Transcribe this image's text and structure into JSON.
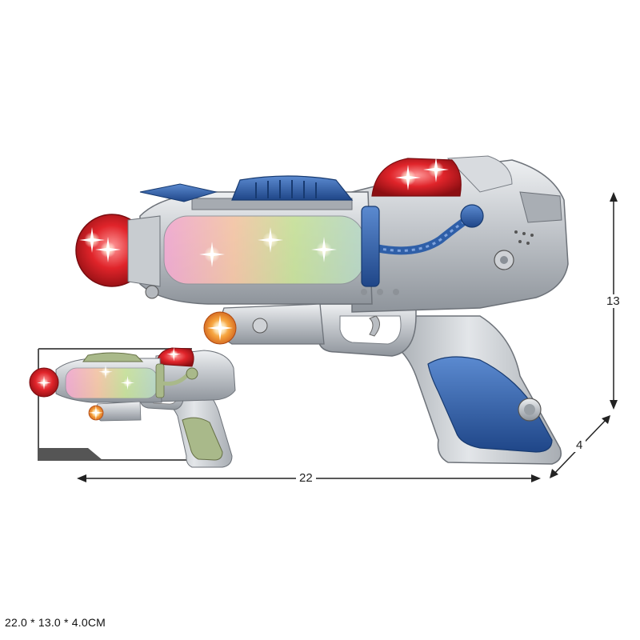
{
  "dimensions": {
    "length": "22",
    "height": "13",
    "depth": "4"
  },
  "caption": "22.0 * 13.0 * 4.0CM",
  "colors": {
    "body_silver": "#bfc3c8",
    "accent_blue": "#2f5fa8",
    "light_red": "#e0242a",
    "light_orange": "#f28a2a",
    "inset_grip": "#a9b98a"
  }
}
